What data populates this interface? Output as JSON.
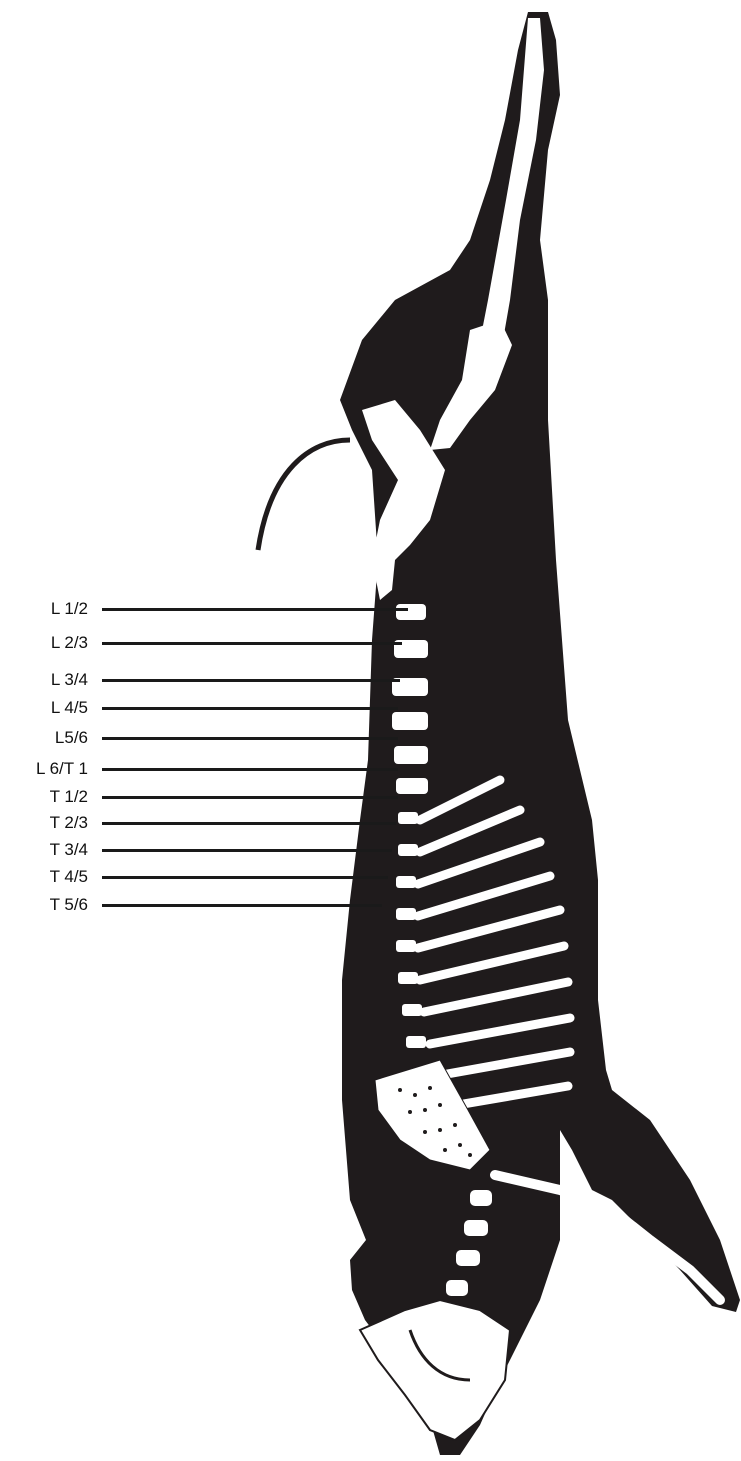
{
  "colors": {
    "carcass": "#1f1b1c",
    "bone": "#ffffff",
    "line": "#1a1a1a",
    "text": "#111111"
  },
  "cut_labels": [
    "L 1/2",
    "L 2/3",
    "L 3/4",
    "L 4/5",
    "L5/6",
    "L 6/T 1",
    "T 1/2",
    "T 2/3",
    "T 3/4",
    "T 4/5",
    "T 5/6"
  ]
}
